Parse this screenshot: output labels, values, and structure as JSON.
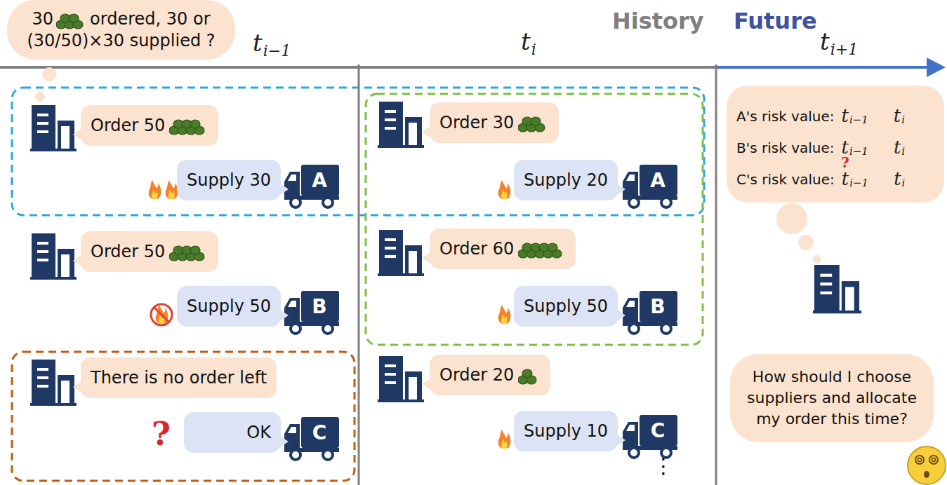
{
  "diagram": {
    "nodes": [
      {
        "text": [
          "30",
          "ordered, 30 or (30/50)×30 supplied ?"
        ]
      },
      {
        "text": [
          "Order 50"
        ]
      },
      {
        "text": [
          "Supply 30"
        ]
      },
      {
        "text": [
          "Order 50"
        ]
      },
      {
        "text": [
          "Supply 50"
        ]
      },
      {
        "text": [
          "There is no order left"
        ]
      },
      {
        "text": [
          "OK"
        ]
      },
      {
        "text": [
          "Order 30"
        ]
      },
      {
        "text": [
          "Supply 20"
        ]
      },
      {
        "text": [
          "Order 60"
        ]
      },
      {
        "text": [
          "Supply 50"
        ]
      },
      {
        "text": [
          "Order 20"
        ]
      },
      {
        "text": [
          "Supply 10"
        ]
      },
      {
        "text": [
          "A's risk value:",
          "B's risk value:",
          "C's risk value:"
        ]
      },
      {
        "text": [
          "How should I choose suppliers and allocate my order this time?"
        ]
      }
    ],
    "labels": [
      "History",
      "Future",
      "t",
      "i−1",
      "t",
      "i",
      "t",
      "i+1",
      "A",
      "B",
      "C",
      "A",
      "B",
      "C",
      "?",
      "t",
      "i−1",
      "t",
      "i",
      "t",
      "i−1",
      "t",
      "i",
      "t",
      "i−1",
      "t",
      "i",
      "?",
      "⋮"
    ]
  }
}
